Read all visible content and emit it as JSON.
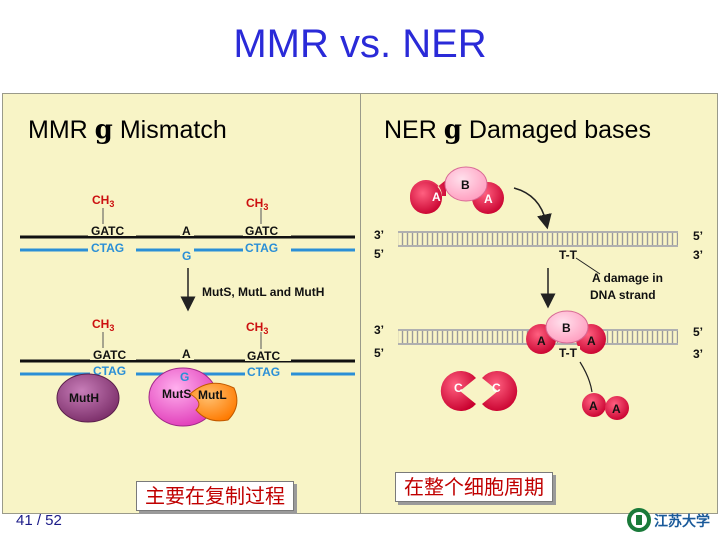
{
  "slide": {
    "title": "MMR vs. NER",
    "page_number": "41 / 52"
  },
  "mmr": {
    "heading_prefix": "MMR",
    "heading_symbol": "g",
    "heading_text": "Mismatch",
    "ch3": "CH3",
    "strand_top_seq": "GATC",
    "strand_bottom_seq": "CTAG",
    "mismatch_top": "A",
    "mismatch_bottom": "G",
    "step_label": "MutS, MutL and MutH",
    "protein_muth": "MutH",
    "protein_muts": "MutS",
    "protein_mutl": "MutL",
    "footer_chinese": "主要在复制过程"
  },
  "ner": {
    "heading_prefix": "NER",
    "heading_symbol": "g",
    "heading_text": "Damaged bases",
    "protein_a": "A",
    "protein_b": "B",
    "protein_c": "C",
    "end_3": "3’",
    "end_5": "5’",
    "dimer": "T-T",
    "damage_note_line1": "A damage in",
    "damage_note_line2": "DNA  strand",
    "footer_chinese": "在整个细胞周期"
  },
  "colors": {
    "title": "#2a2ad8",
    "panel_bg": "#f8f4c6",
    "ch3_red": "#cc1010",
    "strand_blue": "#2b8fd6",
    "muth_purple": "#8a3a78",
    "muts_pink": "#e94cc4",
    "mutl_orange": "#ff8000",
    "ner_protein_red": "#d00a3a"
  },
  "logo": {
    "text": "江苏大学"
  }
}
